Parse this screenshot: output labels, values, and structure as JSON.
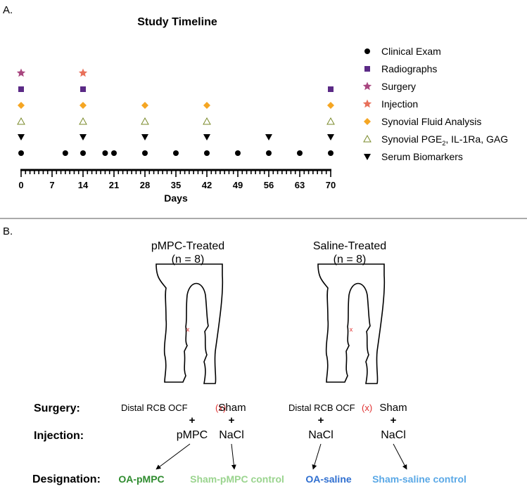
{
  "panel_a": {
    "label": "A.",
    "title": "Study Timeline",
    "xlabel": "Days",
    "ticks": [
      "0",
      "7",
      "14",
      "21",
      "28",
      "35",
      "42",
      "49",
      "56",
      "63",
      "70"
    ]
  },
  "legend": [
    {
      "text": "Clinical Exam",
      "marker": "circle",
      "color": "#000000"
    },
    {
      "text": "Radiographs",
      "marker": "square",
      "color": "#5b2a86"
    },
    {
      "text": "Surgery",
      "marker": "star",
      "color": "#a8467f"
    },
    {
      "text": "Injection",
      "marker": "star",
      "color": "#e8705a"
    },
    {
      "text": "Synovial Fluid Analysis",
      "marker": "diamond",
      "color": "#f5a623"
    },
    {
      "text_pre": "Synovial PGE",
      "text_sub": "2",
      "text_post": ", IL-1Ra, GAG",
      "marker": "triangle-open",
      "color": "#7a8a2a"
    },
    {
      "text": "Serum Biomarkers",
      "marker": "triangle-down",
      "color": "#000000"
    }
  ],
  "chart_data": {
    "type": "scatter",
    "title": "Study Timeline",
    "xlabel": "Days",
    "xlim": [
      0,
      70
    ],
    "xticks": [
      0,
      7,
      14,
      21,
      28,
      35,
      42,
      49,
      56,
      63,
      70
    ],
    "series": [
      {
        "name": "Clinical Exam",
        "x": [
          0,
          10,
          14,
          19,
          21,
          28,
          35,
          42,
          49,
          56,
          63,
          70
        ]
      },
      {
        "name": "Serum Biomarkers",
        "x": [
          0,
          14,
          28,
          42,
          56,
          70
        ]
      },
      {
        "name": "Synovial PGE2, IL-1Ra, GAG",
        "x": [
          0,
          14,
          28,
          42,
          70
        ]
      },
      {
        "name": "Synovial Fluid Analysis",
        "x": [
          0,
          14,
          28,
          42,
          70
        ]
      },
      {
        "name": "Radiographs",
        "x": [
          0,
          14,
          70
        ]
      },
      {
        "name": "Surgery",
        "x": [
          0
        ]
      },
      {
        "name": "Injection",
        "x": [
          14
        ]
      }
    ]
  },
  "panel_b": {
    "label": "B.",
    "groups": [
      {
        "title": "pMPC-Treated",
        "n": "(n = 8)"
      },
      {
        "title": "Saline-Treated",
        "n": "(n = 8)"
      }
    ],
    "row_labels": {
      "surgery": "Surgery:",
      "injection": "Injection:",
      "designation": "Designation:"
    },
    "surgery_left_a": "Distal RCB OCF",
    "surgery_x": "(x)",
    "sham": "Sham",
    "plus": "+",
    "injection_pmpc": "pMPC",
    "injection_nacl": "NaCl",
    "designations": [
      {
        "text": "OA-pMPC",
        "color": "#2e8b2e"
      },
      {
        "text": "Sham-pMPC control",
        "color": "#9ad48e"
      },
      {
        "text": "OA-saline",
        "color": "#2f6fd0"
      },
      {
        "text": "Sham-saline control",
        "color": "#5aa8e6"
      }
    ],
    "x_mark": "x"
  }
}
